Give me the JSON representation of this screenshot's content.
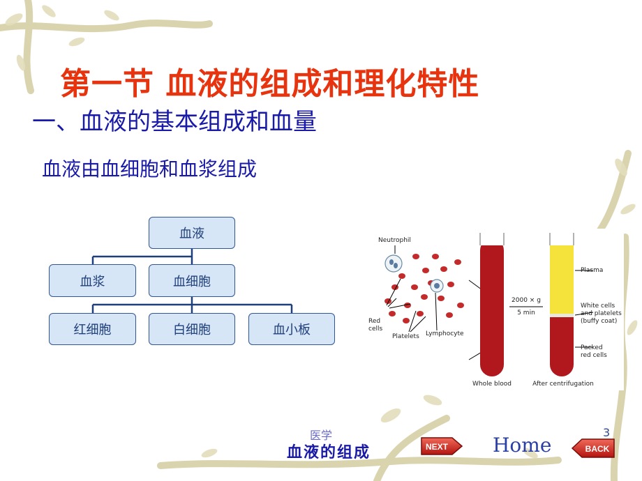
{
  "slide": {
    "title": "第一节  血液的组成和理化特性",
    "subtitle": "一、血液的基本组成和血量",
    "statement": "血液由血细胞和血浆组成"
  },
  "tree": {
    "root": "血液",
    "level1": [
      "血浆",
      "血细胞"
    ],
    "level2": [
      "红细胞",
      "白细胞",
      "血小板"
    ]
  },
  "figure": {
    "labels": {
      "neutrophil": "Neutrophil",
      "red_cells": "Red\ncells",
      "platelets": "Platelets",
      "lymphocyte": "Lymphocyte",
      "centrifuge_top": "2000 × g",
      "centrifuge_bottom": "5 min",
      "plasma": "Plasma",
      "buffy_coat": "White cells\nand platelets\n(buffy coat)",
      "packed": "Packed\nred cells",
      "whole_blood": "Whole blood",
      "after": "After centrifugation"
    },
    "colors": {
      "blood": "#b0181e",
      "plasma": "#f5e23a",
      "buffy": "#e9e7da"
    }
  },
  "footer": {
    "label": "医学",
    "page_number": "3",
    "title": "血液的组成",
    "next_label": "NEXT",
    "home_label": "Home",
    "back_label": "BACK"
  },
  "theme": {
    "title_color": "#e8330f",
    "text_color": "#1a1aa8",
    "node_fill": "#d7e6f6",
    "node_border": "#2f5597"
  }
}
